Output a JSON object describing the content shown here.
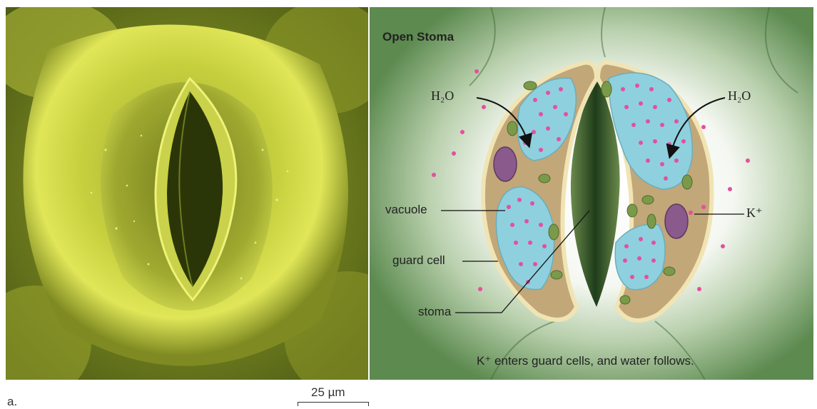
{
  "photo": {
    "panel_letter": "a.",
    "scale_bar": "25 µm"
  },
  "diagram": {
    "title": "Open Stoma",
    "labels": {
      "h2o_left": "H₂O",
      "h2o_right": "H₂O",
      "vacuole": "vacuole",
      "guard_cell": "guard cell",
      "stoma": "stoma",
      "k_plus": "K⁺"
    },
    "caption": "K⁺ enters guard cells, and water follows."
  },
  "colors": {
    "sem_yellow": "#d8e04a",
    "sem_dark": "#3f5018",
    "epidermis_green": "#5f8f52",
    "guard_cell_tan": "#b49a6e",
    "vacuole_blue": "#8fd0de",
    "ion_pink": "#e44fa0",
    "chloroplast": "#7a9a4a",
    "nucleus": "#8a5a8c"
  }
}
